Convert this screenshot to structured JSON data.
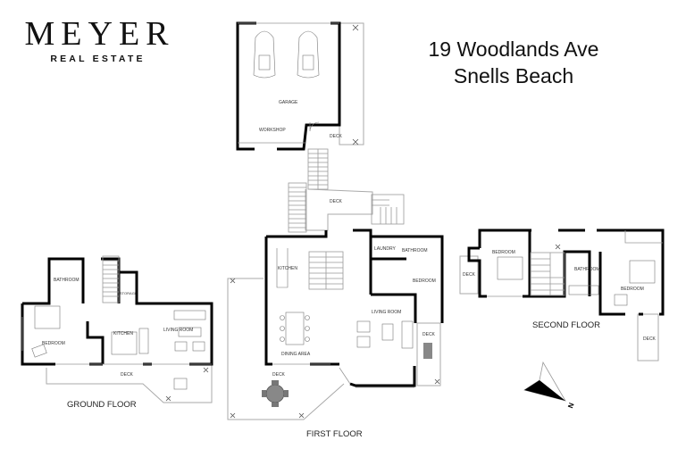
{
  "brand": {
    "name": "MEYER",
    "subtitle": "REAL ESTATE"
  },
  "address": {
    "line1": "19 Woodlands Ave",
    "line2": "Snells Beach"
  },
  "floors": {
    "garage_level": {
      "rooms": [
        "GARAGE",
        "WORKSHOP",
        "DECK"
      ]
    },
    "ground_floor": {
      "label": "GROUND FLOOR",
      "rooms": [
        "BATHROOM",
        "STORAGE",
        "BEDROOM",
        "KITCHEN",
        "LIVING ROOM",
        "DECK"
      ]
    },
    "first_floor": {
      "label": "FIRST FLOOR",
      "rooms": [
        "DECK",
        "KITCHEN",
        "LAUNDRY",
        "BATHROOM",
        "BEDROOM",
        "LIVING ROOM",
        "DINING AREA",
        "DECK",
        "DECK"
      ]
    },
    "second_floor": {
      "label": "SECOND FLOOR",
      "rooms": [
        "DECK",
        "BEDROOM",
        "BATHROOM",
        "BEDROOM",
        "DECK"
      ]
    }
  },
  "compass": {
    "label": "N",
    "icon": "north-arrow-icon"
  }
}
